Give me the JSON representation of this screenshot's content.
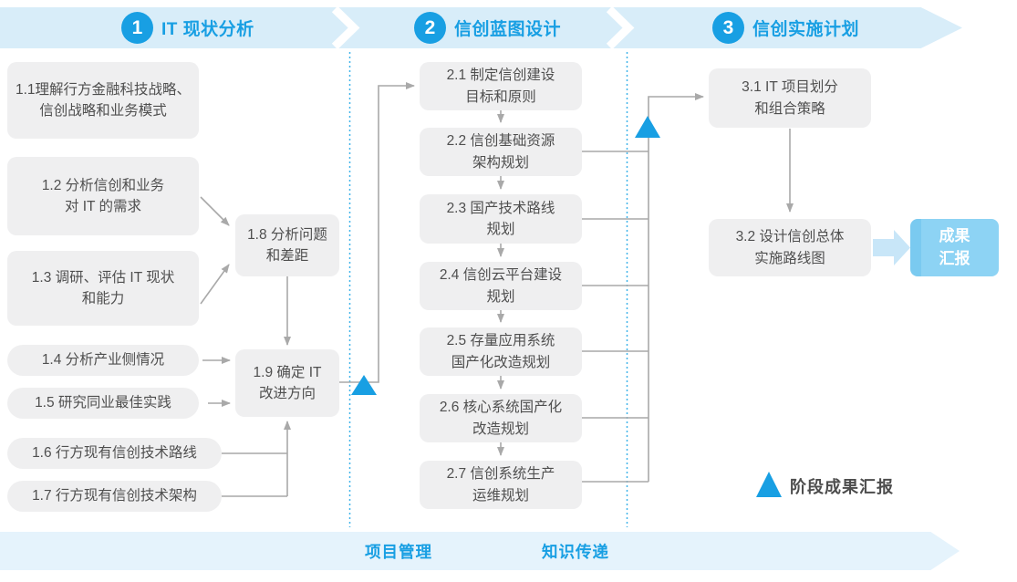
{
  "colors": {
    "accent_blue": "#189fe3",
    "top_band_blue": "#d8edf9",
    "bottom_band_blue": "#e5f3fc",
    "node_gray": "#efeff0",
    "node_text_gray": "#4f4f4f",
    "connector_gray": "#a9a9a9",
    "dotted_separator_blue": "#41b4e9",
    "report_box_fill": "#8dd3f4",
    "report_box_edge": "#7acaf0",
    "block_arrow_blue": "#c8e6f8"
  },
  "phases": [
    {
      "number": "1",
      "title": "IT 现状分析"
    },
    {
      "number": "2",
      "title": "信创蓝图设计"
    },
    {
      "number": "3",
      "title": "信创实施计划"
    }
  ],
  "phase1_nodes": {
    "n11": "1.1理解行方金融科技战略、\n信创战略和业务模式",
    "n12": "1.2 分析信创和业务\n对 IT 的需求",
    "n13": "1.3 调研、评估 IT 现状\n和能力",
    "n14": "1.4 分析产业侧情况",
    "n15": "1.5 研究同业最佳实践",
    "n16": "1.6 行方现有信创技术路线",
    "n17": "1.7 行方现有信创技术架构",
    "n18": "1.8 分析问题\n和差距",
    "n19": "1.9 确定 IT\n改进方向"
  },
  "phase2_nodes": {
    "n21": "2.1 制定信创建设\n目标和原则",
    "n22": "2.2 信创基础资源\n架构规划",
    "n23": "2.3 国产技术路线\n规划",
    "n24": "2.4 信创云平台建设\n规划",
    "n25": "2.5 存量应用系统\n国产化改造规划",
    "n26": "2.6 核心系统国产化\n改造规划",
    "n27": "2.7 信创系统生产\n运维规划"
  },
  "phase3_nodes": {
    "n31": "3.1 IT 项目划分\n和组合策略",
    "n32": "3.2 设计信创总体\n实施路线图"
  },
  "report_box": {
    "label": "成果\n汇报"
  },
  "legend": {
    "label": "阶段成果汇报"
  },
  "footer": {
    "left": "项目管理",
    "right": "知识传递"
  }
}
